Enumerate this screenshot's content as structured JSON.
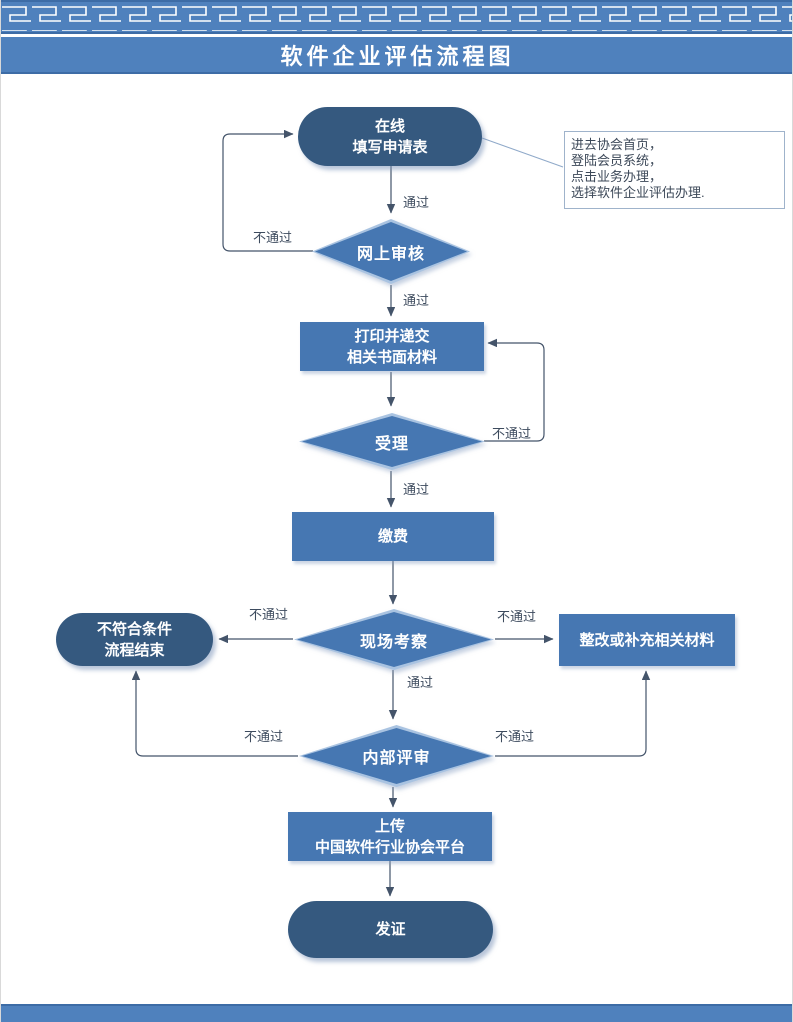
{
  "page": {
    "title": "软件企业评估流程图"
  },
  "colors": {
    "accent_blue": "#4F81BD",
    "node_fill": "#4677B2",
    "node_dark_fill": "#35597F",
    "diamond_border": "#A9C3E1",
    "connector": "#44546A",
    "edge_label_text": "#3D4B5E"
  },
  "flow": {
    "labels": {
      "pass": "通过",
      "fail": "不通过"
    },
    "nodes": {
      "start": {
        "type": "stadium",
        "label": "在线\n填写申请表"
      },
      "online_review": {
        "type": "diamond",
        "label": "网上审核"
      },
      "print_submit": {
        "type": "rect",
        "label": "打印并递交\n相关书面材料"
      },
      "accept": {
        "type": "diamond",
        "label": "受理"
      },
      "pay": {
        "type": "rect",
        "label": "缴费"
      },
      "site_inspection": {
        "type": "diamond",
        "label": "现场考察"
      },
      "not_qualified_end": {
        "type": "stadium",
        "label": "不符合条件\n流程结束"
      },
      "rectify_supplement": {
        "type": "rect",
        "label": "整改或补充相关材料"
      },
      "internal_review": {
        "type": "diamond",
        "label": "内部评审"
      },
      "upload_platform": {
        "type": "rect",
        "label": "上传\n中国软件行业协会平台"
      },
      "issue_certificate": {
        "type": "stadium",
        "label": "发证"
      }
    },
    "note": {
      "text": "进去协会首页，\n登陆会员系统，\n点击业务办理，\n选择软件企业评估办理."
    }
  }
}
